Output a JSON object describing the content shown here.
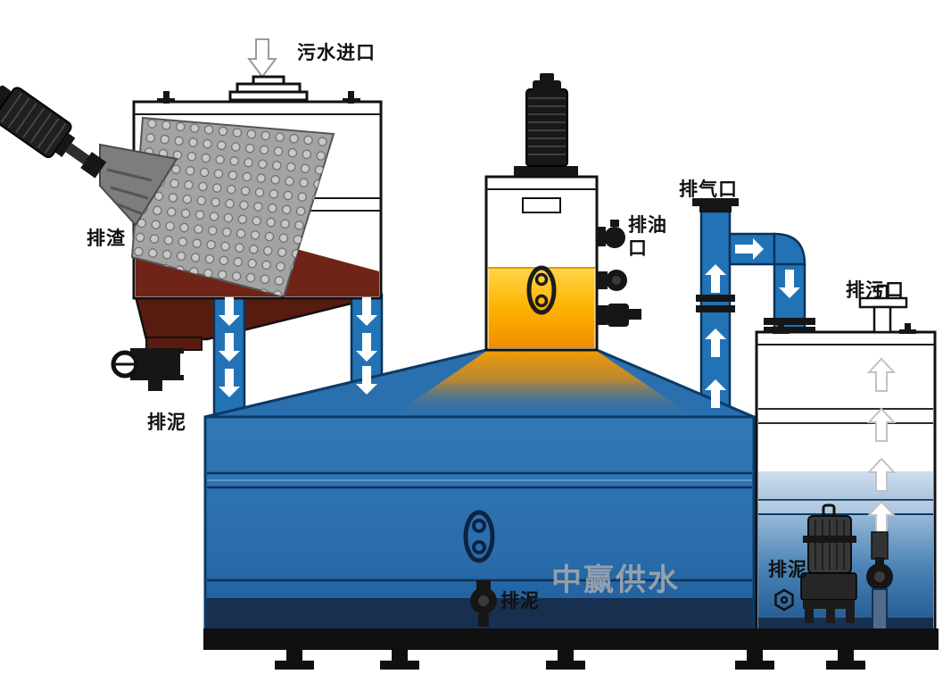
{
  "labels": {
    "inlet": "污水进口",
    "slag": "排渣",
    "sludge_left": "排泥",
    "oil_port": "排油口",
    "exhaust": "排气口",
    "outlet": "排污口",
    "sludge_bottom": "排泥",
    "sludge_right": "排泥",
    "watermark": "中赢供水"
  },
  "colors": {
    "background": "#ffffff",
    "label_color": "#111111",
    "watermark_gray": "#b0b0b0",
    "outline": "#111111",
    "pipe_blue": "#2273b6",
    "pipe_stroke": "#0c3258",
    "tank_blue_top": "#3179b6",
    "tank_blue_bottom": "#1f5c99",
    "navy_band": "#17304f",
    "oil_yellow": "#ffd84d",
    "oil_orange": "#ef8c00",
    "cone_orange": "#f39c00",
    "slag_brown": "#6f2417",
    "slag_brown_dark": "#571c0f",
    "screen_gray": "#a3a3a3",
    "metal_black": "#161616",
    "water_light": "#cfdeed",
    "water_deep": "#1d548e"
  }
}
